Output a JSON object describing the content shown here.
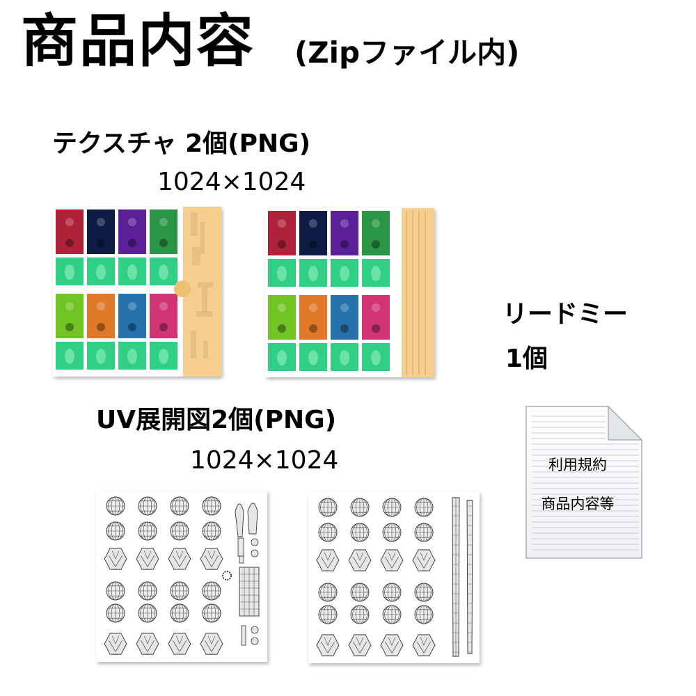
{
  "header": {
    "title": "商品内容",
    "subtitle": "(Zipファイル内)"
  },
  "textures": {
    "caption": "テクスチャ 2個(PNG)",
    "dimensions": "1024×1024",
    "swatch_colors_top": [
      "#b0213a",
      "#0e1c46",
      "#5b1f98",
      "#2a9544"
    ],
    "swatch_colors_bottom": [
      "#72c424",
      "#e0782a",
      "#2672ac",
      "#d03472"
    ],
    "tile_color": "#2fcf86",
    "strip_color": "#f6cf8e"
  },
  "uv_maps": {
    "caption": "UV展開図2個(PNG)",
    "dimensions": "1024×1024"
  },
  "readme": {
    "caption_line1": "リードミー",
    "caption_line2": "1個",
    "doc_line1": "利用規約",
    "doc_line2": "商品内容等"
  }
}
